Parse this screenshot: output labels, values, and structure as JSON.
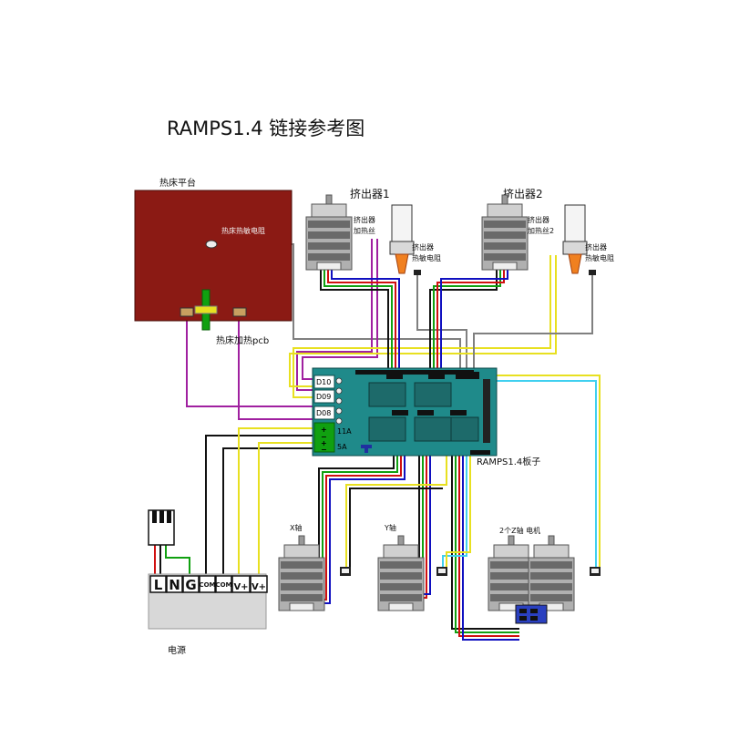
{
  "title": "RAMPS1.4  链接参考图",
  "heatbed": {
    "label": "热床平台",
    "thermistor_label": "热床热敏电阻",
    "pcb_label": "热床加热pcb",
    "color": "#8b1a14"
  },
  "extruder1": {
    "title": "挤出器1",
    "heater_label_1": "挤出器",
    "heater_label_2": "加热丝",
    "thermistor_label_1": "挤出器",
    "thermistor_label_2": "热敏电阻"
  },
  "extruder2": {
    "title": "挤出器2",
    "heater_label_1": "挤出器",
    "heater_label_2": "加热丝2",
    "thermistor_label_1": "挤出器",
    "thermistor_label_2": "热敏电阻"
  },
  "board": {
    "label": "RAMPS1.4板子",
    "pins": [
      "D10",
      "D09",
      "D08"
    ],
    "power_11a": "11A",
    "power_5a": "5A",
    "color": "#1f8a8a"
  },
  "motors": {
    "x_label": "X轴",
    "y_label": "Y轴",
    "z_label": "2个Z轴  电机"
  },
  "psu": {
    "terminals": [
      "L",
      "N",
      "G",
      "COM",
      "COM",
      "V+",
      "V+"
    ],
    "label": "电源"
  },
  "colors": {
    "purple": "#a020a0",
    "yellow": "#e8e020",
    "gray": "#808080",
    "black": "#111111",
    "red": "#d01010",
    "green": "#10a010",
    "blue": "#1010c0",
    "cyan": "#40d0f0"
  }
}
